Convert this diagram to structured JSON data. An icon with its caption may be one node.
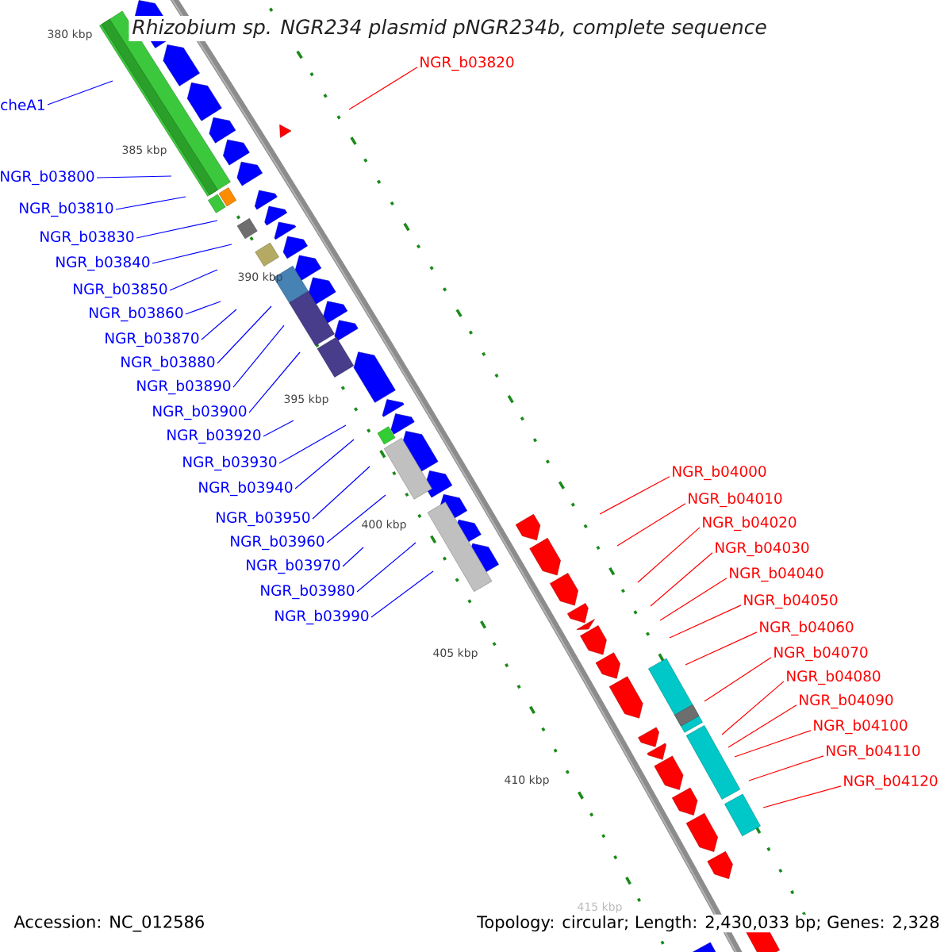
{
  "diagram": {
    "title": "Rhizobium sp. NGR234 plasmid pNGR234b, complete sequence",
    "nodes": [
      {
        "text": [
          "cheA1"
        ]
      },
      {
        "text": [
          "NGR_b03800"
        ]
      },
      {
        "text": [
          "NGR_b03810"
        ]
      },
      {
        "text": [
          "NGR_b03830"
        ]
      },
      {
        "text": [
          "NGR_b03840"
        ]
      },
      {
        "text": [
          "NGR_b03850"
        ]
      },
      {
        "text": [
          "NGR_b03860"
        ]
      },
      {
        "text": [
          "NGR_b03870"
        ]
      },
      {
        "text": [
          "NGR_b03880"
        ]
      },
      {
        "text": [
          "NGR_b03890"
        ]
      },
      {
        "text": [
          "NGR_b03900"
        ]
      },
      {
        "text": [
          "NGR_b03920"
        ]
      },
      {
        "text": [
          "NGR_b03930"
        ]
      },
      {
        "text": [
          "NGR_b03940"
        ]
      },
      {
        "text": [
          "NGR_b03950"
        ]
      },
      {
        "text": [
          "NGR_b03960"
        ]
      },
      {
        "text": [
          "NGR_b03970"
        ]
      },
      {
        "text": [
          "NGR_b03980"
        ]
      },
      {
        "text": [
          "NGR_b03990"
        ]
      },
      {
        "text": [
          "NGR_b03820"
        ]
      },
      {
        "text": [
          "NGR_b04000"
        ]
      },
      {
        "text": [
          "NGR_b04010"
        ]
      },
      {
        "text": [
          "NGR_b04020"
        ]
      },
      {
        "text": [
          "NGR_b04030"
        ]
      },
      {
        "text": [
          "NGR_b04040"
        ]
      },
      {
        "text": [
          "NGR_b04050"
        ]
      },
      {
        "text": [
          "NGR_b04060"
        ]
      },
      {
        "text": [
          "NGR_b04070"
        ]
      },
      {
        "text": [
          "NGR_b04080"
        ]
      },
      {
        "text": [
          "NGR_b04090"
        ]
      },
      {
        "text": [
          "NGR_b04100"
        ]
      },
      {
        "text": [
          "NGR_b04110"
        ]
      },
      {
        "text": [
          "NGR_b04120"
        ]
      }
    ],
    "edges": [
      {
        "from": 0,
        "to": null,
        "arrow": "none"
      },
      {
        "from": 1,
        "to": null,
        "arrow": "none"
      },
      {
        "from": 2,
        "to": null,
        "arrow": "none"
      },
      {
        "from": 3,
        "to": null,
        "arrow": "none"
      },
      {
        "from": 4,
        "to": null,
        "arrow": "none"
      },
      {
        "from": 5,
        "to": null,
        "arrow": "none"
      },
      {
        "from": 6,
        "to": null,
        "arrow": "none"
      },
      {
        "from": 7,
        "to": null,
        "arrow": "none"
      },
      {
        "from": 8,
        "to": null,
        "arrow": "none"
      },
      {
        "from": 9,
        "to": null,
        "arrow": "none"
      },
      {
        "from": 10,
        "to": null,
        "arrow": "none"
      },
      {
        "from": 11,
        "to": null,
        "arrow": "none"
      },
      {
        "from": 12,
        "to": null,
        "arrow": "none"
      },
      {
        "from": 13,
        "to": null,
        "arrow": "none"
      },
      {
        "from": 14,
        "to": null,
        "arrow": "none"
      },
      {
        "from": 15,
        "to": null,
        "arrow": "none"
      },
      {
        "from": 16,
        "to": null,
        "arrow": "none"
      },
      {
        "from": 17,
        "to": null,
        "arrow": "none"
      },
      {
        "from": 18,
        "to": null,
        "arrow": "none"
      },
      {
        "from": 19,
        "to": null,
        "arrow": "none",
        "color": "#ff0000"
      },
      {
        "from": 20,
        "to": null,
        "arrow": "none",
        "color": "#ff0000"
      },
      {
        "from": 21,
        "to": null,
        "arrow": "none",
        "color": "#ff0000"
      },
      {
        "from": 22,
        "to": null,
        "arrow": "none",
        "color": "#ff0000"
      },
      {
        "from": 23,
        "to": null,
        "arrow": "none",
        "color": "#ff0000"
      },
      {
        "from": 24,
        "to": null,
        "arrow": "none",
        "color": "#ff0000"
      },
      {
        "from": 25,
        "to": null,
        "arrow": "none",
        "color": "#ff0000"
      },
      {
        "from": 26,
        "to": null,
        "arrow": "none",
        "color": "#ff0000"
      },
      {
        "from": 27,
        "to": null,
        "arrow": "none",
        "color": "#ff0000"
      },
      {
        "from": 28,
        "to": null,
        "arrow": "none",
        "color": "#ff0000"
      },
      {
        "from": 29,
        "to": null,
        "arrow": "none",
        "color": "#ff0000"
      },
      {
        "from": 30,
        "to": null,
        "arrow": "none",
        "color": "#ff0000"
      },
      {
        "from": 31,
        "to": null,
        "arrow": "none",
        "color": "#ff0000"
      },
      {
        "from": 32,
        "to": null,
        "arrow": "none",
        "color": "#ff0000"
      }
    ],
    "labels": [
      "380 kbp",
      "385 kbp",
      "390 kbp",
      "395 kbp",
      "400 kbp",
      "405 kbp",
      "410 kbp",
      "415 kbp",
      "Accession: NC_012586",
      "Topology: circular; Length: 2,430,033 bp; Genes: 2,328"
    ]
  }
}
